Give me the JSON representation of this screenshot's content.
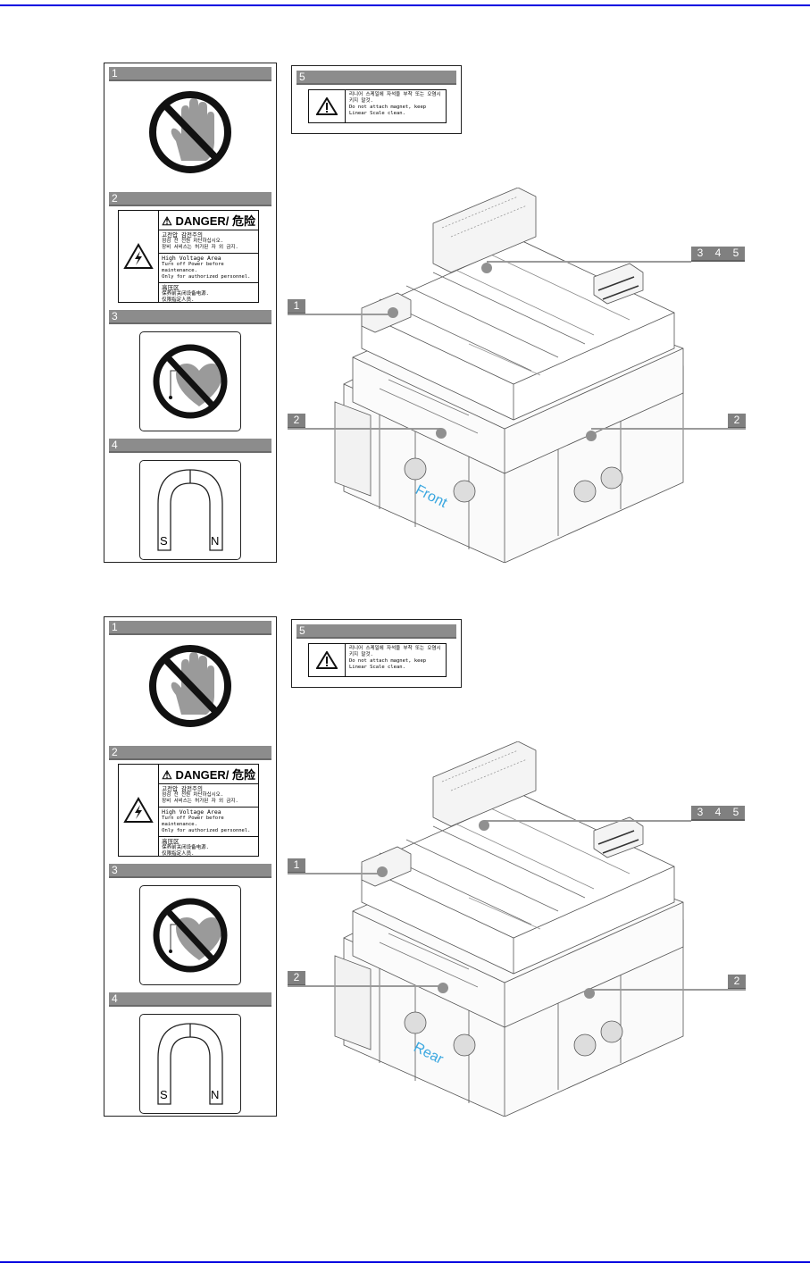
{
  "document": {
    "accent_rule_color": "#0000e0",
    "caption_color": "#3aa7e0"
  },
  "figures": [
    {
      "view": "Front",
      "labels_panel": [
        {
          "number": "1",
          "icon": "no-touch-hand-icon"
        },
        {
          "number": "2",
          "icon": "high-voltage-danger-label",
          "danger": {
            "title": "DANGER/ 危险",
            "korean_heading": "고전압 감전주의",
            "korean_lines": [
              "점검 전 전원 차단하십시오.",
              "장비 서비스는 허가된 자 외 금지."
            ],
            "english_heading": "High Voltage Area",
            "english_lines": [
              "Turn off Power before maintenance.",
              "Only for authorized personnel."
            ],
            "chinese_heading": "高压区",
            "chinese_lines": [
              "保养前关闭设备电源.",
              "仅限指定人员."
            ]
          }
        },
        {
          "number": "3",
          "icon": "no-pacemaker-icon"
        },
        {
          "number": "4",
          "icon": "magnet-icon",
          "poles": [
            "S",
            "N"
          ]
        }
      ],
      "label5": {
        "number": "5",
        "korean": "리니어 스케일에 자석을 부착 또는 오염시키지 말것.",
        "english": "Do not attach magnet, keep Linear Scale clean."
      },
      "callouts": [
        {
          "label": "1"
        },
        {
          "label": "2"
        },
        {
          "label": "2"
        },
        {
          "label": [
            "3",
            "4",
            "5"
          ]
        }
      ]
    },
    {
      "view": "Rear",
      "labels_panel": [
        {
          "number": "1",
          "icon": "no-touch-hand-icon"
        },
        {
          "number": "2",
          "icon": "high-voltage-danger-label",
          "danger": {
            "title": "DANGER/ 危险",
            "korean_heading": "고전압 감전주의",
            "korean_lines": [
              "점검 전 전원 차단하십시오.",
              "장비 서비스는 허가된 자 외 금지."
            ],
            "english_heading": "High Voltage Area",
            "english_lines": [
              "Turn off Power before maintenance.",
              "Only for authorized personnel."
            ],
            "chinese_heading": "高压区",
            "chinese_lines": [
              "保养前关闭设备电源.",
              "仅限指定人员."
            ]
          }
        },
        {
          "number": "3",
          "icon": "no-pacemaker-icon"
        },
        {
          "number": "4",
          "icon": "magnet-icon",
          "poles": [
            "S",
            "N"
          ]
        }
      ],
      "label5": {
        "number": "5",
        "korean": "리니어 스케일에 자석을 부착 또는 오염시키지 말것.",
        "english": "Do not attach magnet, keep Linear Scale clean."
      },
      "callouts": [
        {
          "label": "1"
        },
        {
          "label": "2"
        },
        {
          "label": "2"
        },
        {
          "label": [
            "3",
            "4",
            "5"
          ]
        }
      ]
    }
  ]
}
